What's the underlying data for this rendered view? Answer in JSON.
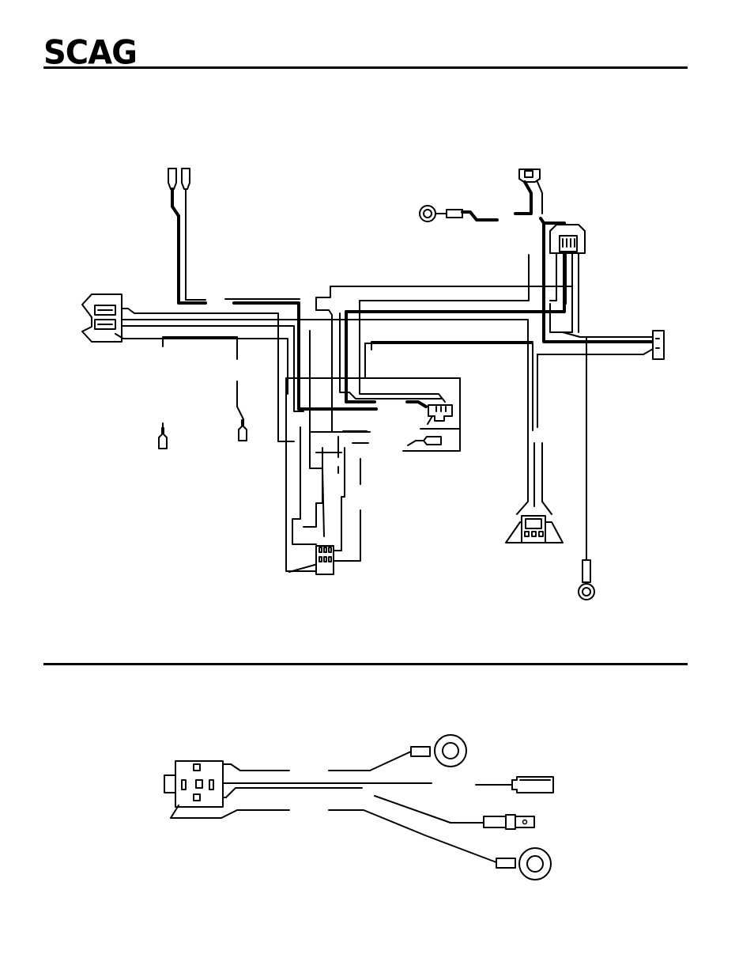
{
  "header": {
    "brand": "SCAG"
  },
  "diagrams": {
    "main_harness": {
      "type": "wiring-harness"
    },
    "secondary_harness": {
      "type": "wiring-harness"
    }
  },
  "colors": {
    "ink": "#000000",
    "paper": "#ffffff"
  }
}
